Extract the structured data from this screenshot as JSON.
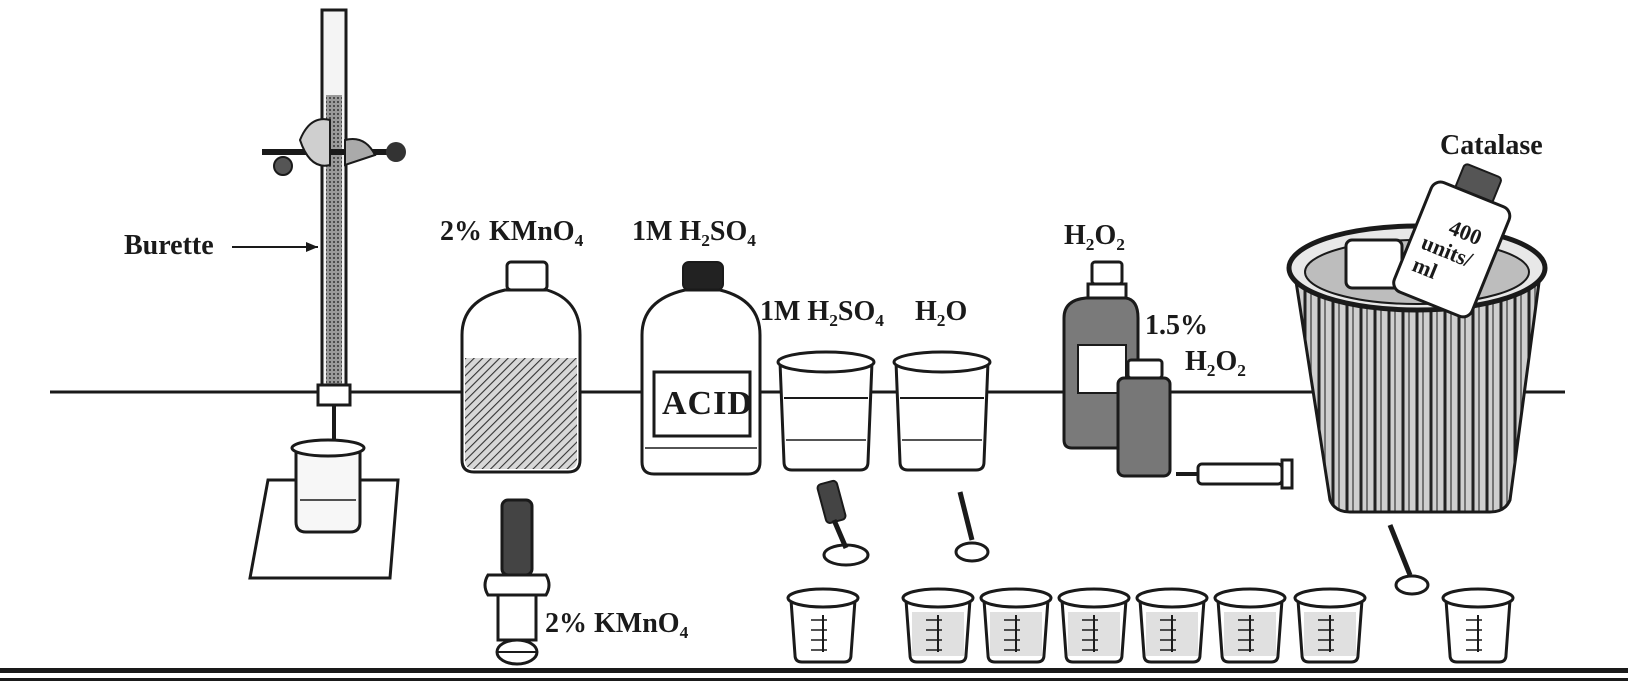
{
  "labels": {
    "burette": "Burette",
    "kmno4_top": "2% KMnO",
    "kmno4_top_sub": "4",
    "h2so4_bottle_coef": "1M H",
    "h2so4_bottle_sub2": "2",
    "h2so4_bottle_so": "SO",
    "h2so4_bottle_sub4": "4",
    "acid_label": "ACID",
    "h2so4_beaker_coef": "1M H",
    "h2so4_beaker_sub2": "2",
    "h2so4_beaker_so": "SO",
    "h2so4_beaker_sub4": "4",
    "water_h": "H",
    "water_sub": "2",
    "water_o": "O",
    "h2o2_top_h": "H",
    "h2o2_top_sub1": "2",
    "h2o2_top_o": "O",
    "h2o2_top_sub2": "2",
    "pct_label": "1.5%",
    "h2o2_small_h": "H",
    "h2o2_small_sub1": "2",
    "h2o2_small_o": "O",
    "h2o2_small_sub2": "2",
    "catalase": "Catalase",
    "catalase_bottle_l1": "400",
    "catalase_bottle_l2": "units/",
    "catalase_bottle_l3": "ml",
    "kmno4_syringe": "2% KMnO",
    "kmno4_syringe_sub": "4"
  },
  "colors": {
    "ink": "#1a1a1a",
    "hatch": "#555555",
    "paper": "#ffffff"
  }
}
